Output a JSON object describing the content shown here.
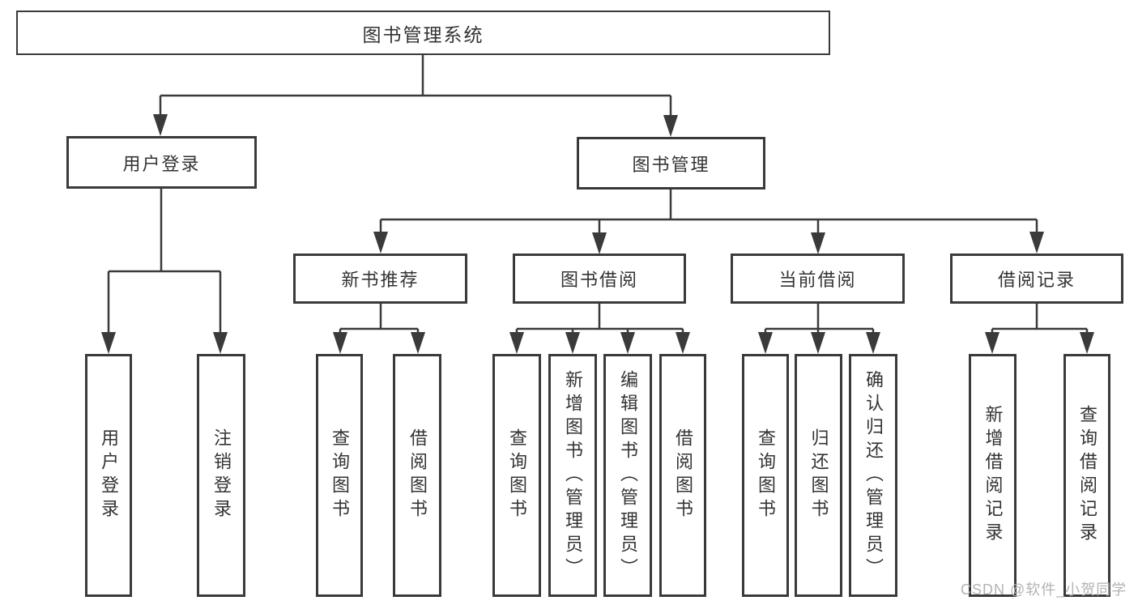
{
  "colors": {
    "background": "#ffffff",
    "line": "#3a3a3a",
    "text": "#333333",
    "watermark": "#b3b3b3"
  },
  "watermark": {
    "text": "CSDN @软件_小贺同学"
  },
  "tree": {
    "label": "图书管理系统",
    "children": [
      {
        "label": "用户登录",
        "children": [
          {
            "label": "用户登录"
          },
          {
            "label": "注销登录"
          }
        ]
      },
      {
        "label": "图书管理",
        "children": [
          {
            "label": "新书推荐",
            "children": [
              {
                "label": "查询图书"
              },
              {
                "label": "借阅图书"
              }
            ]
          },
          {
            "label": "图书借阅",
            "children": [
              {
                "label": "查询图书"
              },
              {
                "label": "新增图书（管理员）"
              },
              {
                "label": "编辑图书（管理员）"
              },
              {
                "label": "借阅图书"
              }
            ]
          },
          {
            "label": "当前借阅",
            "children": [
              {
                "label": "查询图书"
              },
              {
                "label": "归还图书"
              },
              {
                "label": "确认归还（管理员）"
              }
            ]
          },
          {
            "label": "借阅记录",
            "children": [
              {
                "label": "新增借阅记录"
              },
              {
                "label": "查询借阅记录"
              }
            ]
          }
        ]
      }
    ]
  }
}
